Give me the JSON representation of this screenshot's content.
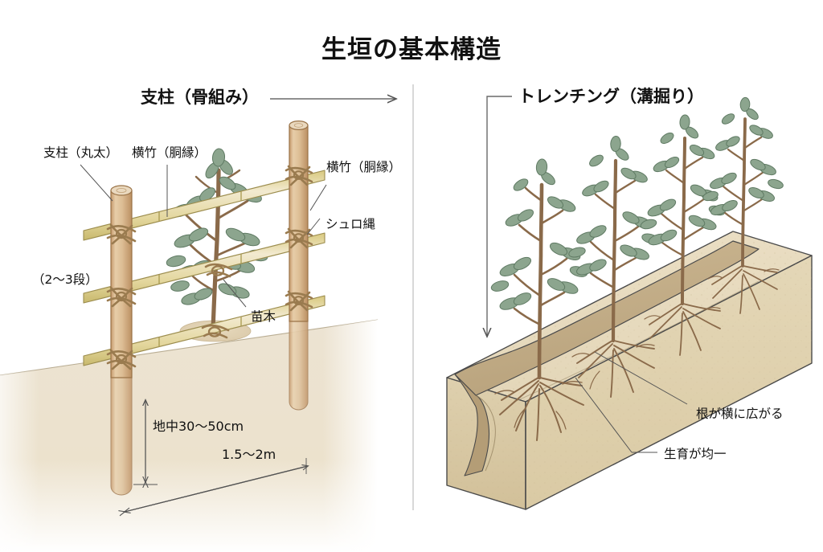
{
  "title": "生垣の基本構造",
  "divider": {
    "color": "#d8d8d8"
  },
  "panels": {
    "left": {
      "heading": "支柱（骨組み）",
      "heading_arrow": "arrow-right",
      "labels": {
        "post": "支柱（丸太）",
        "rail_left": "横竹（胴縁）",
        "rail_right": "横竹（胴縁）",
        "rope": "シュロ縄",
        "tiers": "（2〜3段）",
        "sapling": "苗木"
      },
      "dimensions": {
        "depth": "地中30〜50cm",
        "spacing": "1.5〜2m"
      }
    },
    "right": {
      "heading": "トレンチング（溝掘り）",
      "heading_leader": "leader-down-arrow",
      "labels": {
        "roots": "根が横に広がる",
        "growth": "生育が均一"
      }
    }
  },
  "palette": {
    "post_light": "#e4c49a",
    "post_mid": "#d2ab80",
    "post_dark": "#b98f63",
    "post_top": "#eadcc3",
    "bamboo_light": "#efe6b4",
    "bamboo_mid": "#ddd08c",
    "bamboo_dark": "#c6b76c",
    "rope": "#9a7b4f",
    "leaf": "#8ca58e",
    "leaf_edge": "#5f7a63",
    "trunk": "#8a6a4a",
    "soil_top": "#e8dcc0",
    "soil_front": "#ded0ae",
    "soil_side": "#d6c69f",
    "trench": "#c0ab86",
    "ground": "#e9e0cd",
    "outline": "#3a3a3a",
    "line": "#555555"
  }
}
